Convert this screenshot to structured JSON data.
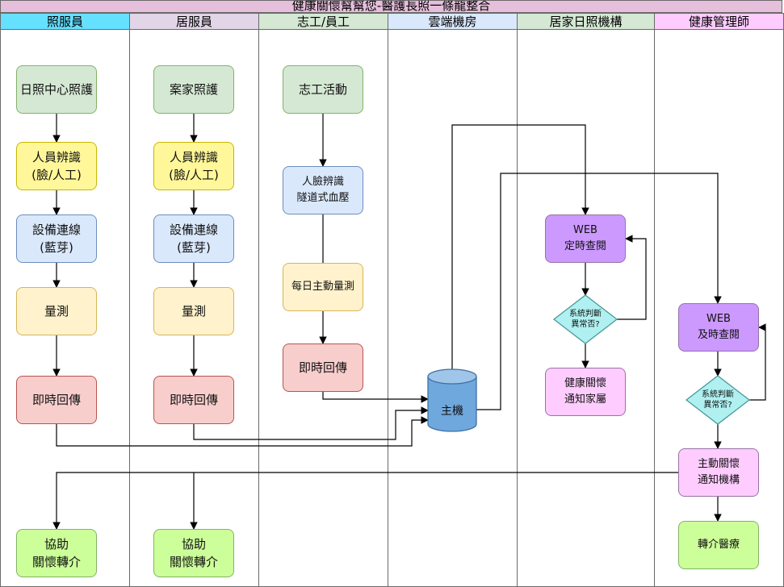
{
  "title": "健康關懷幫幫您-醫護長照一條龍整合",
  "lanes": [
    "照服員",
    "居服員",
    "志工/員工",
    "雲端機房",
    "居家日照機構",
    "健康管理師"
  ],
  "nodes": {
    "dc_care": "日照中心照護",
    "dc_id": "人員辨識\n(臉/人工)",
    "dc_bt": "設備連線\n(藍芽)",
    "dc_measure": "量測",
    "dc_report": "即時回傳",
    "dc_assist": "協助\n關懷轉介",
    "hc_care": "案家照護",
    "hc_id": "人員辨識\n(臉/人工)",
    "hc_bt": "設備連線\n(藍芽)",
    "hc_measure": "量測",
    "hc_report": "即時回傳",
    "hc_assist": "協助\n關懷轉介",
    "vol_activity": "志工活動",
    "vol_face": "人臉辨識\n隧道式血壓",
    "vol_daily": "每日主動量測",
    "vol_report": "即時回傳",
    "host": "主機",
    "web_timed": "WEB\n定時查閱",
    "judge1": "系統判斷\n異常否?",
    "notify_family": "健康關懷\n通知家屬",
    "web_realtime": "WEB\n及時查閱",
    "judge2": "系統判斷\n異常否?",
    "notify_org": "主動關懷\n通知機構",
    "referral": "轉介醫療"
  },
  "colors": {
    "header_cyan": "#66e0ff",
    "header_lavender": "#e1d5e7",
    "header_green": "#d5e8d4",
    "header_blue": "#dae8fc",
    "header_pink": "#ffccff",
    "title_bar": "#e6bfdc"
  }
}
